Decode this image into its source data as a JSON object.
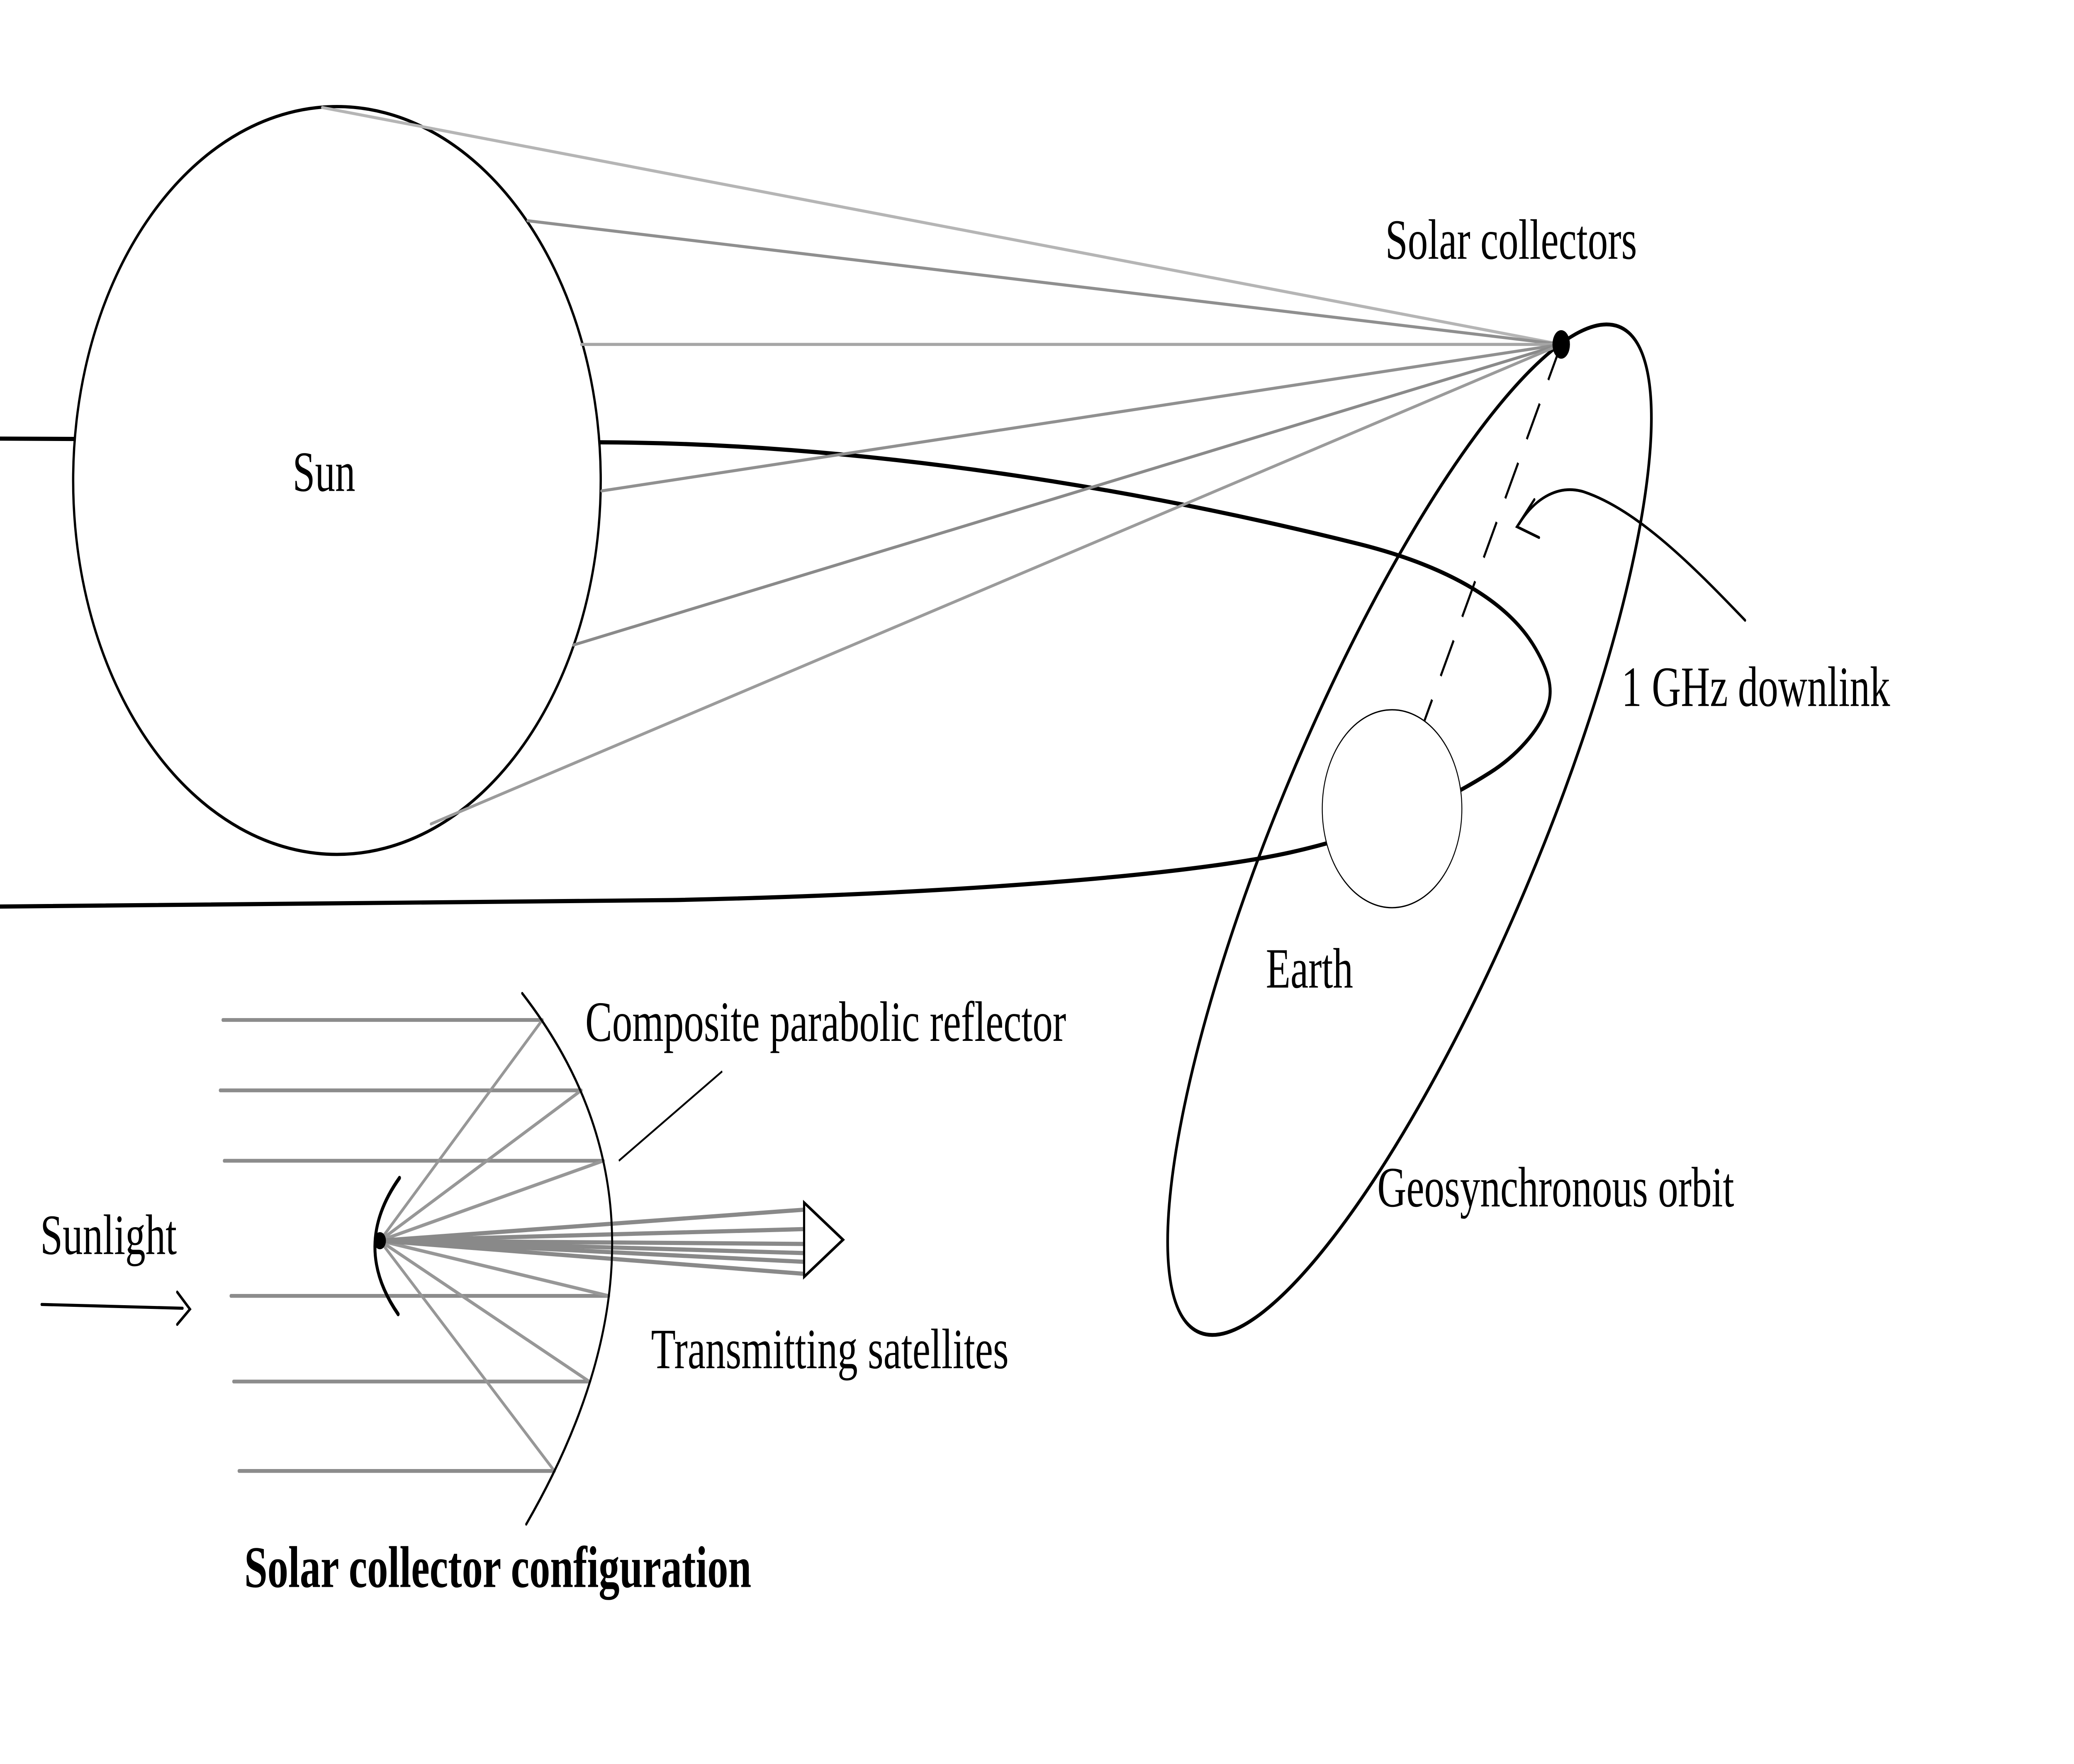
{
  "diagram": {
    "title_caption": "Solar collector configuration",
    "labels": {
      "sun": "Sun",
      "solar_collectors": "Solar collectors",
      "downlink": "1 GHz downlink",
      "earth": "Earth",
      "geo_orbit": "Geosynchronous orbit",
      "sunlight": "Sunlight",
      "reflector": "Composite parabolic reflector",
      "satellites": "Transmitting satellites",
      "caption": "Solar collector configuration"
    },
    "colors": {
      "background": "#ffffff",
      "line_black": "#000000",
      "sun_rays": [
        "#b5b5b5",
        "#8f8f8f",
        "#a6a6a6",
        "#909090",
        "#8a8a8a",
        "#9b9b9b"
      ],
      "inset_ray": "#8c8c8c",
      "reflected_ray": "#979797",
      "bundle_ray": "#898989"
    },
    "icons": {
      "sunlight_arrow": "right-arrow-icon",
      "downlink_arrow": "curved-arrow-icon",
      "collector_point": "collector-dot",
      "focal_point": "focal-dot",
      "satellite_cone": "satellite-triangle-icon"
    }
  }
}
